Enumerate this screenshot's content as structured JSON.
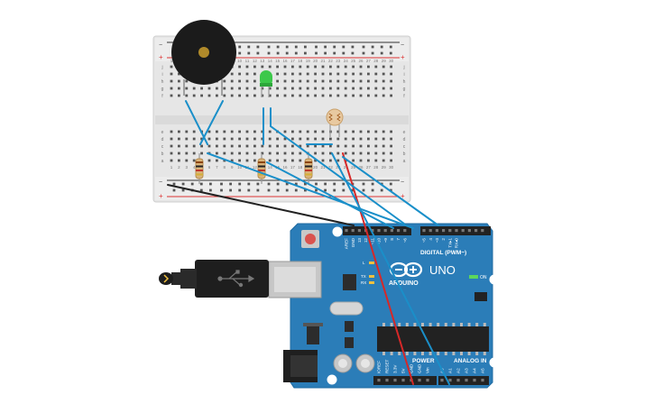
{
  "breadboard": {
    "column_numbers": [
      "1",
      "2",
      "3",
      "4",
      "5",
      "6",
      "7",
      "8",
      "9",
      "10",
      "11",
      "12",
      "13",
      "14",
      "15",
      "16",
      "17",
      "18",
      "19",
      "20",
      "21",
      "22",
      "23",
      "24",
      "25",
      "26",
      "27",
      "28",
      "29",
      "30"
    ],
    "row_letters_top": [
      "j",
      "i",
      "h",
      "g",
      "f"
    ],
    "row_letters_bottom": [
      "e",
      "d",
      "c",
      "b",
      "a"
    ],
    "rail_plus": "+",
    "rail_minus": "−"
  },
  "arduino": {
    "model": "UNO",
    "brand": "ARDUINO",
    "digital_header": "DIGITAL (PWM~)",
    "on_label": "ON",
    "power_label": "POWER",
    "analog_label": "ANALOG IN",
    "tx_label": "TX",
    "rx_label": "RX",
    "l_label": "L",
    "top_pins": [
      "AREF",
      "GND",
      "13",
      "12",
      "~11",
      "~10",
      "~9",
      "8",
      "7",
      "~6",
      "~5",
      "4",
      "~3",
      "2",
      "TX▸1",
      "RX◂0"
    ],
    "power_pins": [
      "IOREF",
      "RESET",
      "3.3V",
      "5V",
      "GND",
      "GND",
      "Vin"
    ],
    "analog_pins": [
      "A0",
      "A1",
      "A2",
      "A3",
      "A4",
      "A5"
    ]
  },
  "components": {
    "buzzer": "piezo-buzzer",
    "led": "green-led",
    "photoresistor": "photoresistor",
    "resistors": [
      "resistor-1",
      "resistor-2",
      "resistor-3"
    ],
    "usb": "usb-b-connector",
    "power_jack": "dc-barrel-jack"
  },
  "colors": {
    "breadboard": "#e6e6e6",
    "arduino_board": "#2b7db8",
    "wire_blue": "#1a8fc9",
    "wire_red": "#d62828",
    "wire_black": "#222222",
    "led_green": "#3cc84a"
  }
}
